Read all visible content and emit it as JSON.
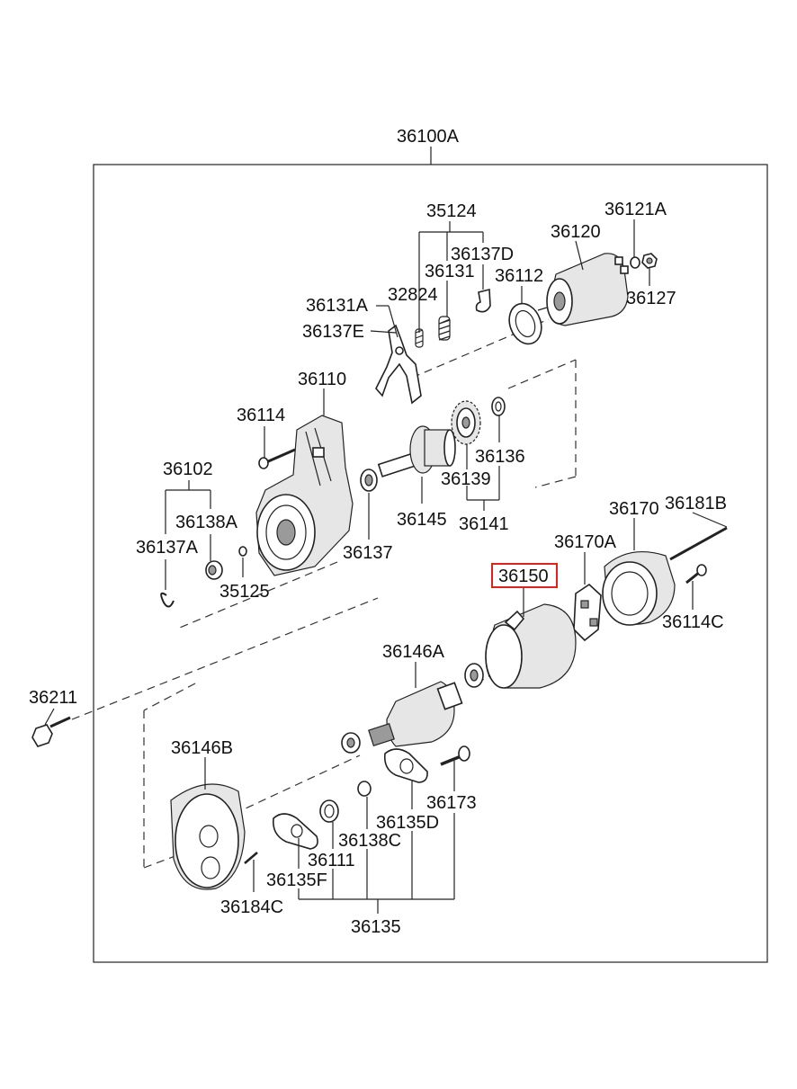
{
  "diagram": {
    "assembly_label": "36100A",
    "highlighted_part": "36150",
    "highlight_color": "#e02020",
    "part_labels": {
      "p36100A": "36100A",
      "p35124": "35124",
      "p36137D": "36137D",
      "p36131": "36131",
      "p32824": "32824",
      "p36131A": "36131A",
      "p36137E": "36137E",
      "p36120": "36120",
      "p36121A": "36121A",
      "p36127": "36127",
      "p36112": "36112",
      "p36110": "36110",
      "p36114": "36114",
      "p36102": "36102",
      "p36138A": "36138A",
      "p36137A": "36137A",
      "p35125": "35125",
      "p36137": "36137",
      "p36145": "36145",
      "p36136": "36136",
      "p36139": "36139",
      "p36141": "36141",
      "p36170": "36170",
      "p36181B": "36181B",
      "p36170A": "36170A",
      "p36150": "36150",
      "p36114C": "36114C",
      "p36146A": "36146A",
      "p36211": "36211",
      "p36146B": "36146B",
      "p36173": "36173",
      "p36135D": "36135D",
      "p36138C": "36138C",
      "p36111": "36111",
      "p36135F": "36135F",
      "p36184C": "36184C",
      "p36135": "36135"
    }
  }
}
